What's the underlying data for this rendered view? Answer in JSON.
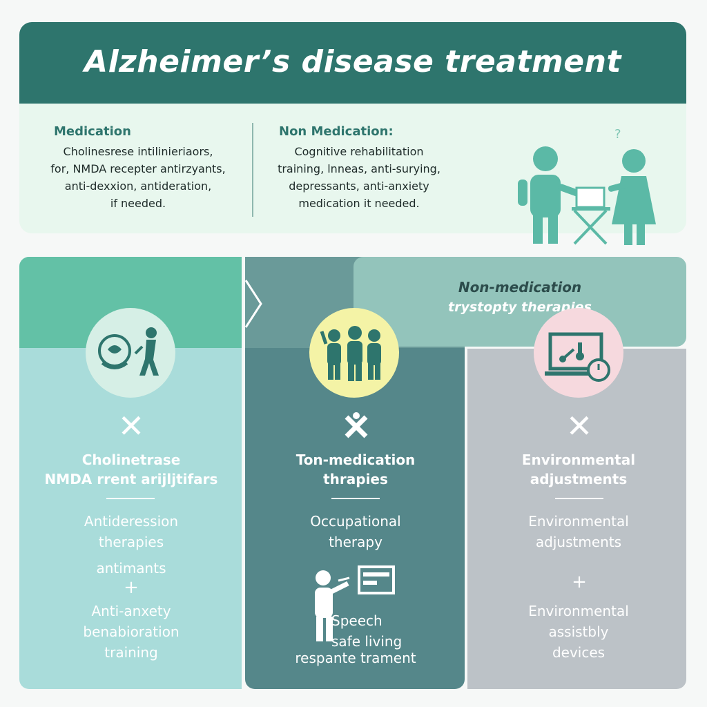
{
  "title": "Alzheimer’s disease treatment",
  "summary": {
    "medication": {
      "heading": "Medication",
      "lines": [
        "Cholinesrese intilinieriaors,",
        "for, NMDA recepter antirzyants,",
        "anti-dexxion, antideration,",
        "if needed."
      ]
    },
    "non_medication": {
      "heading": "Non Medication:",
      "lines": [
        "Cognitive rehabilitation",
        "training, lnneas, anti-surying,",
        "depressants, anti-anxiety",
        "medication it needed."
      ]
    }
  },
  "banner": {
    "line1": "Non-medication",
    "line2": "trystopty therapies"
  },
  "columns": [
    {
      "title_lines": [
        "Cholinetrase",
        "NMDA rrent arijljtifars"
      ],
      "text1": [
        "Antideression",
        "therapies"
      ],
      "text2": "antimants",
      "plus": "+",
      "text3": [
        "Anti-anxety",
        "benabioration",
        "training"
      ],
      "color_circle": "#d6efe6"
    },
    {
      "title_lines": [
        "Ton-medication",
        "thrapies"
      ],
      "text1": [
        "Occupational",
        "therapy"
      ],
      "text2": [
        "Speech",
        "safe living"
      ],
      "text3": "respante trament",
      "color_circle": "#f4f3a6"
    },
    {
      "title_lines": [
        "Environmental",
        "adjustments"
      ],
      "text1": [
        "Environmental",
        "adjustments"
      ],
      "plus": "+",
      "text3": [
        "Environmental",
        "assistbly",
        "devices"
      ],
      "color_circle": "#f6d9de"
    }
  ],
  "icons": {
    "header_people": "caregiver-with-laptop-icon",
    "col1": "brain-person-walking-icon",
    "col2": "group-of-people-icon",
    "col3": "computer-clock-icon",
    "col2_bottom": "person-with-board-icon"
  },
  "x_mark": "✕",
  "accent_colors": {
    "dark_teal": "#2e756d",
    "mint": "#63c1a6",
    "teal_icon": "#5bb9a6"
  }
}
